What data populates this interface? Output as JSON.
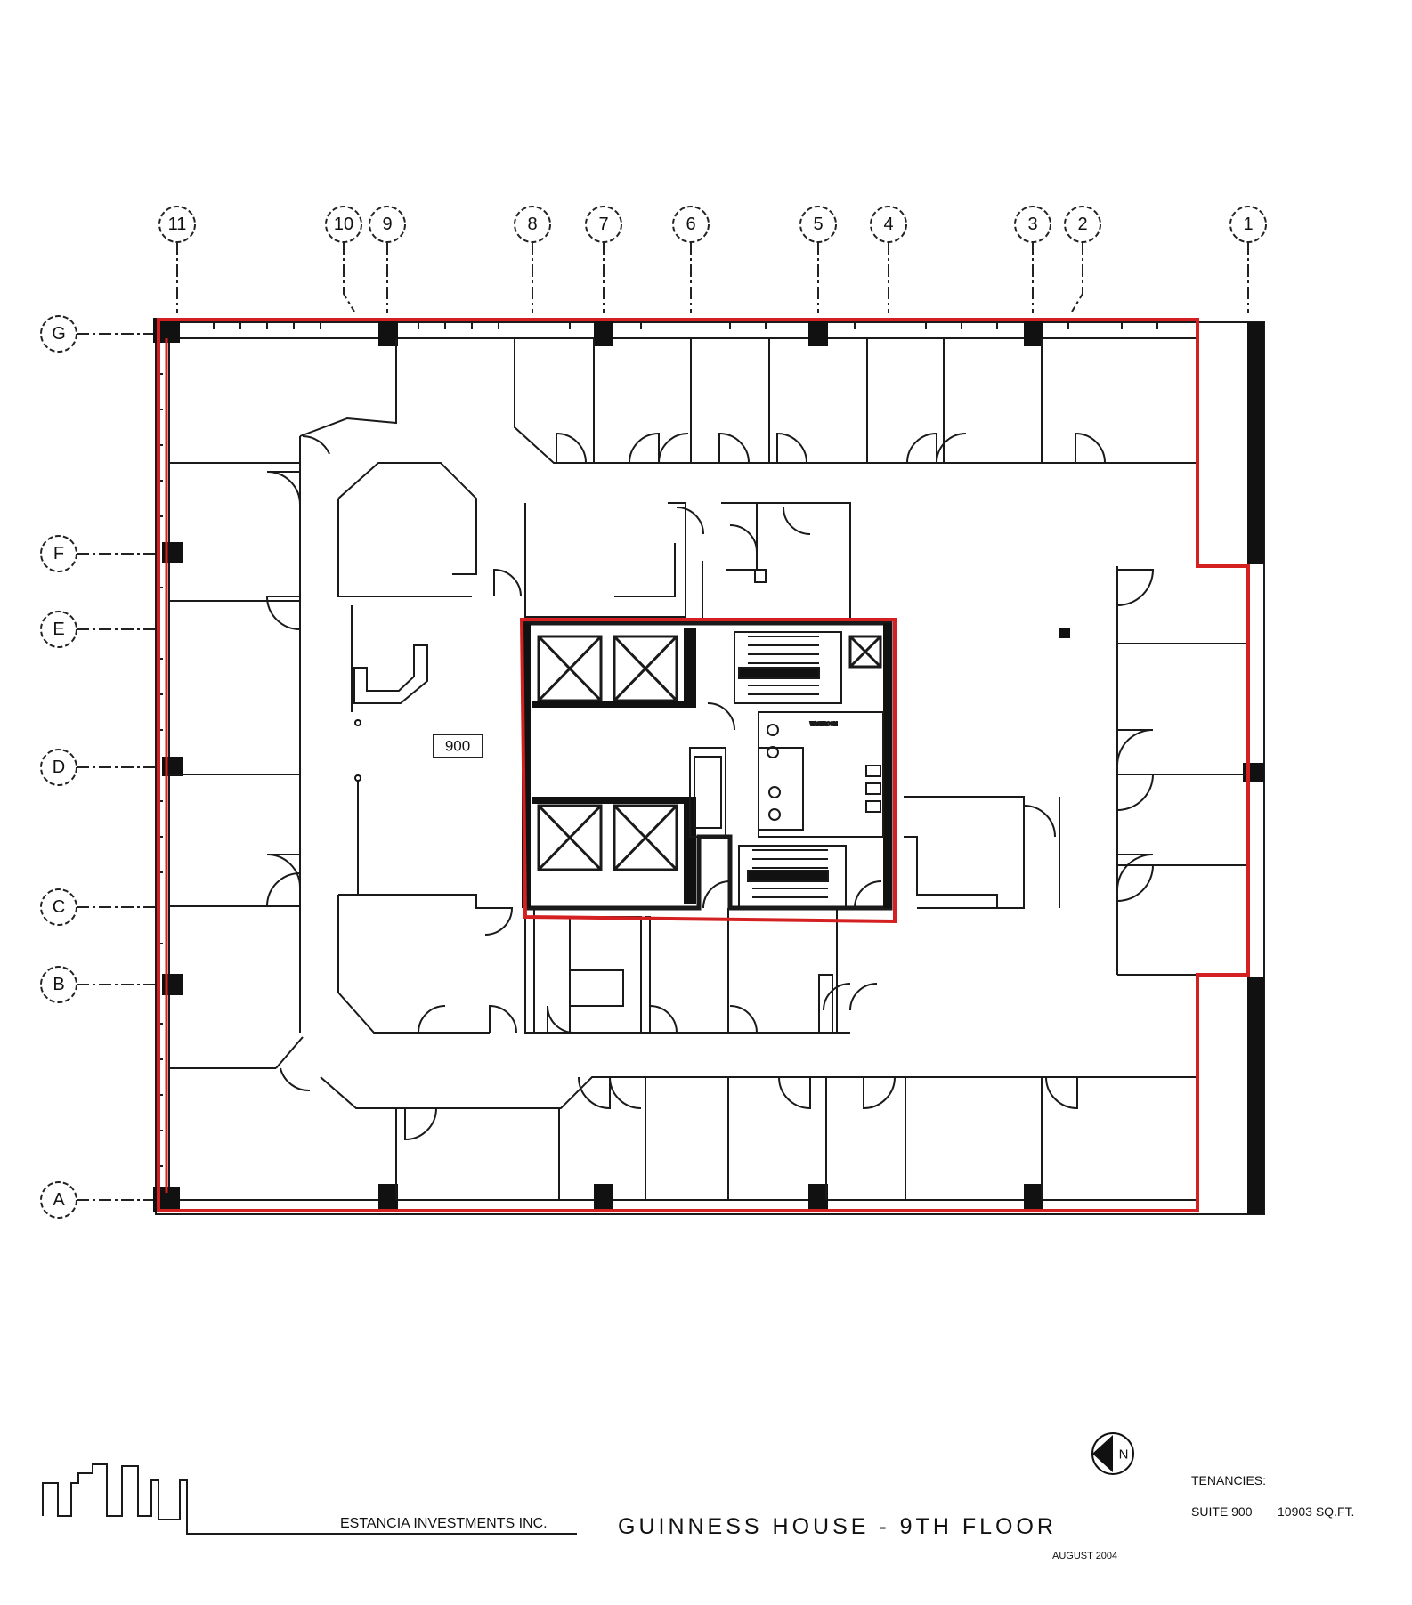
{
  "grid": {
    "columns": [
      "11",
      "10",
      "9",
      "8",
      "7",
      "6",
      "5",
      "4",
      "3",
      "2",
      "1"
    ],
    "rows": [
      "G",
      "F",
      "E",
      "D",
      "C",
      "B",
      "A"
    ]
  },
  "plan": {
    "suite_label": "900"
  },
  "title_block": {
    "company": "ESTANCIA INVESTMENTS INC.",
    "title": "GUINNESS HOUSE - 9TH FLOOR",
    "date": "AUGUST 2004",
    "north_label": "N"
  },
  "tenancies": {
    "heading": "TENANCIES:",
    "suite": "SUITE 900",
    "area": "10903 SQ.FT."
  },
  "colors": {
    "boundary": "#d42020",
    "walls": "#1a1a1a"
  }
}
